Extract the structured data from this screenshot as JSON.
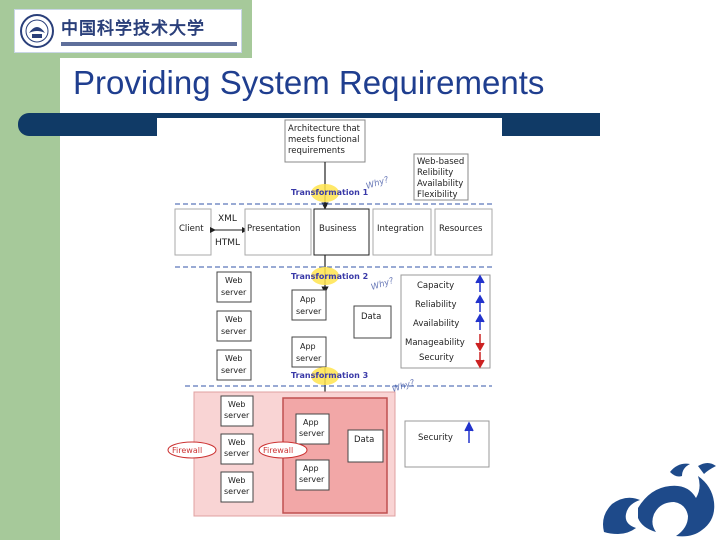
{
  "logo": {
    "cn_text": "中国科学技术大学"
  },
  "slide": {
    "title": "Providing System Requirements"
  },
  "diagram": {
    "arch_box": [
      "Architecture that",
      "meets functional",
      "requirements"
    ],
    "web_box": [
      "Web-based",
      "Relibility",
      "Availability",
      "Flexibility"
    ],
    "transformation_1": "Transformation 1",
    "transformation_2": "Transformation 2",
    "transformation_3": "Transformation 3",
    "why": "Why?",
    "client": "Client",
    "xml": "XML",
    "html": "HTML",
    "presentation": "Presentation",
    "business": "Business",
    "integration": "Integration",
    "resources": "Resources",
    "web_server": [
      "Web",
      "server"
    ],
    "app_server": [
      "App",
      "server"
    ],
    "data": "Data",
    "capacity": "Capacity",
    "reliability": "Reliability",
    "availability": "Availability",
    "manageability": "Manageability",
    "security": "Security",
    "firewall": "Firewall"
  },
  "colors": {
    "left_strip": "#a6c99a",
    "title_text": "#1f3e8f",
    "title_bar": "#103a66",
    "dragon": "#1e4a8a",
    "dmz_zone": "#f9d4d4",
    "inner_zone": "#f2a7a7",
    "transformation_label": "#3a3aa8",
    "why_label": "#6a7ab8",
    "arrow_blue": "#2233cc",
    "arrow_red": "#cc2222",
    "highlight": "#ffe44d"
  }
}
